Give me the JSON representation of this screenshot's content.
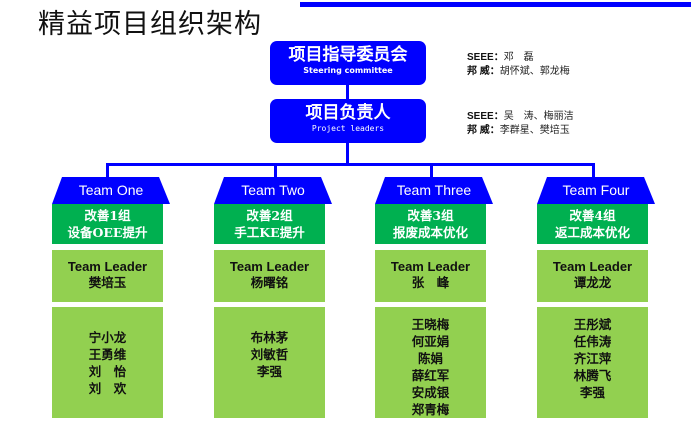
{
  "page": {
    "title": "精益项目组织架构",
    "accent_color": "#0000ff"
  },
  "steering": {
    "title_cn": "项目指导委员会",
    "title_en": "Steering committee",
    "info": [
      {
        "label": "SEEE",
        "sep": "：",
        "value": "邓　磊"
      },
      {
        "label": "邦 威",
        "sep": "：",
        "value": "胡怀斌、郭龙梅"
      }
    ]
  },
  "project_leaders": {
    "title_cn": "项目负责人",
    "title_en": "Project leaders",
    "info": [
      {
        "label": "SEEE",
        "sep": "：",
        "value": "吴　涛、梅丽洁"
      },
      {
        "label": "邦 威",
        "sep": "：",
        "value": "李群星、樊培玉"
      }
    ]
  },
  "teams": [
    {
      "name": "Team One",
      "group": "改善1组",
      "goal": "设备OEE提升",
      "leader_label": "Team Leader",
      "leader": "樊培玉",
      "members": [
        "宁小龙",
        "王勇维",
        "刘　怡",
        "刘　欢"
      ]
    },
    {
      "name": "Team Two",
      "group": "改善2组",
      "goal": "手工KE提升",
      "leader_label": "Team Leader",
      "leader": "杨曙铭",
      "members": [
        "布林茅",
        "刘敏哲",
        "李强"
      ]
    },
    {
      "name": "Team Three",
      "group": "改善3组",
      "goal": "报废成本优化",
      "leader_label": "Team Leader",
      "leader": "张　峰",
      "members": [
        "王晓梅",
        "何亚娟",
        "陈娟",
        "薛红军",
        "安成银",
        "郑青梅"
      ]
    },
    {
      "name": "Team Four",
      "group": "改善4组",
      "goal": "返工成本优化",
      "leader_label": "Team Leader",
      "leader": "谭龙龙",
      "members": [
        "王彤斌",
        "任伟涛",
        "齐江萍",
        "林腾飞",
        "李强"
      ]
    }
  ]
}
